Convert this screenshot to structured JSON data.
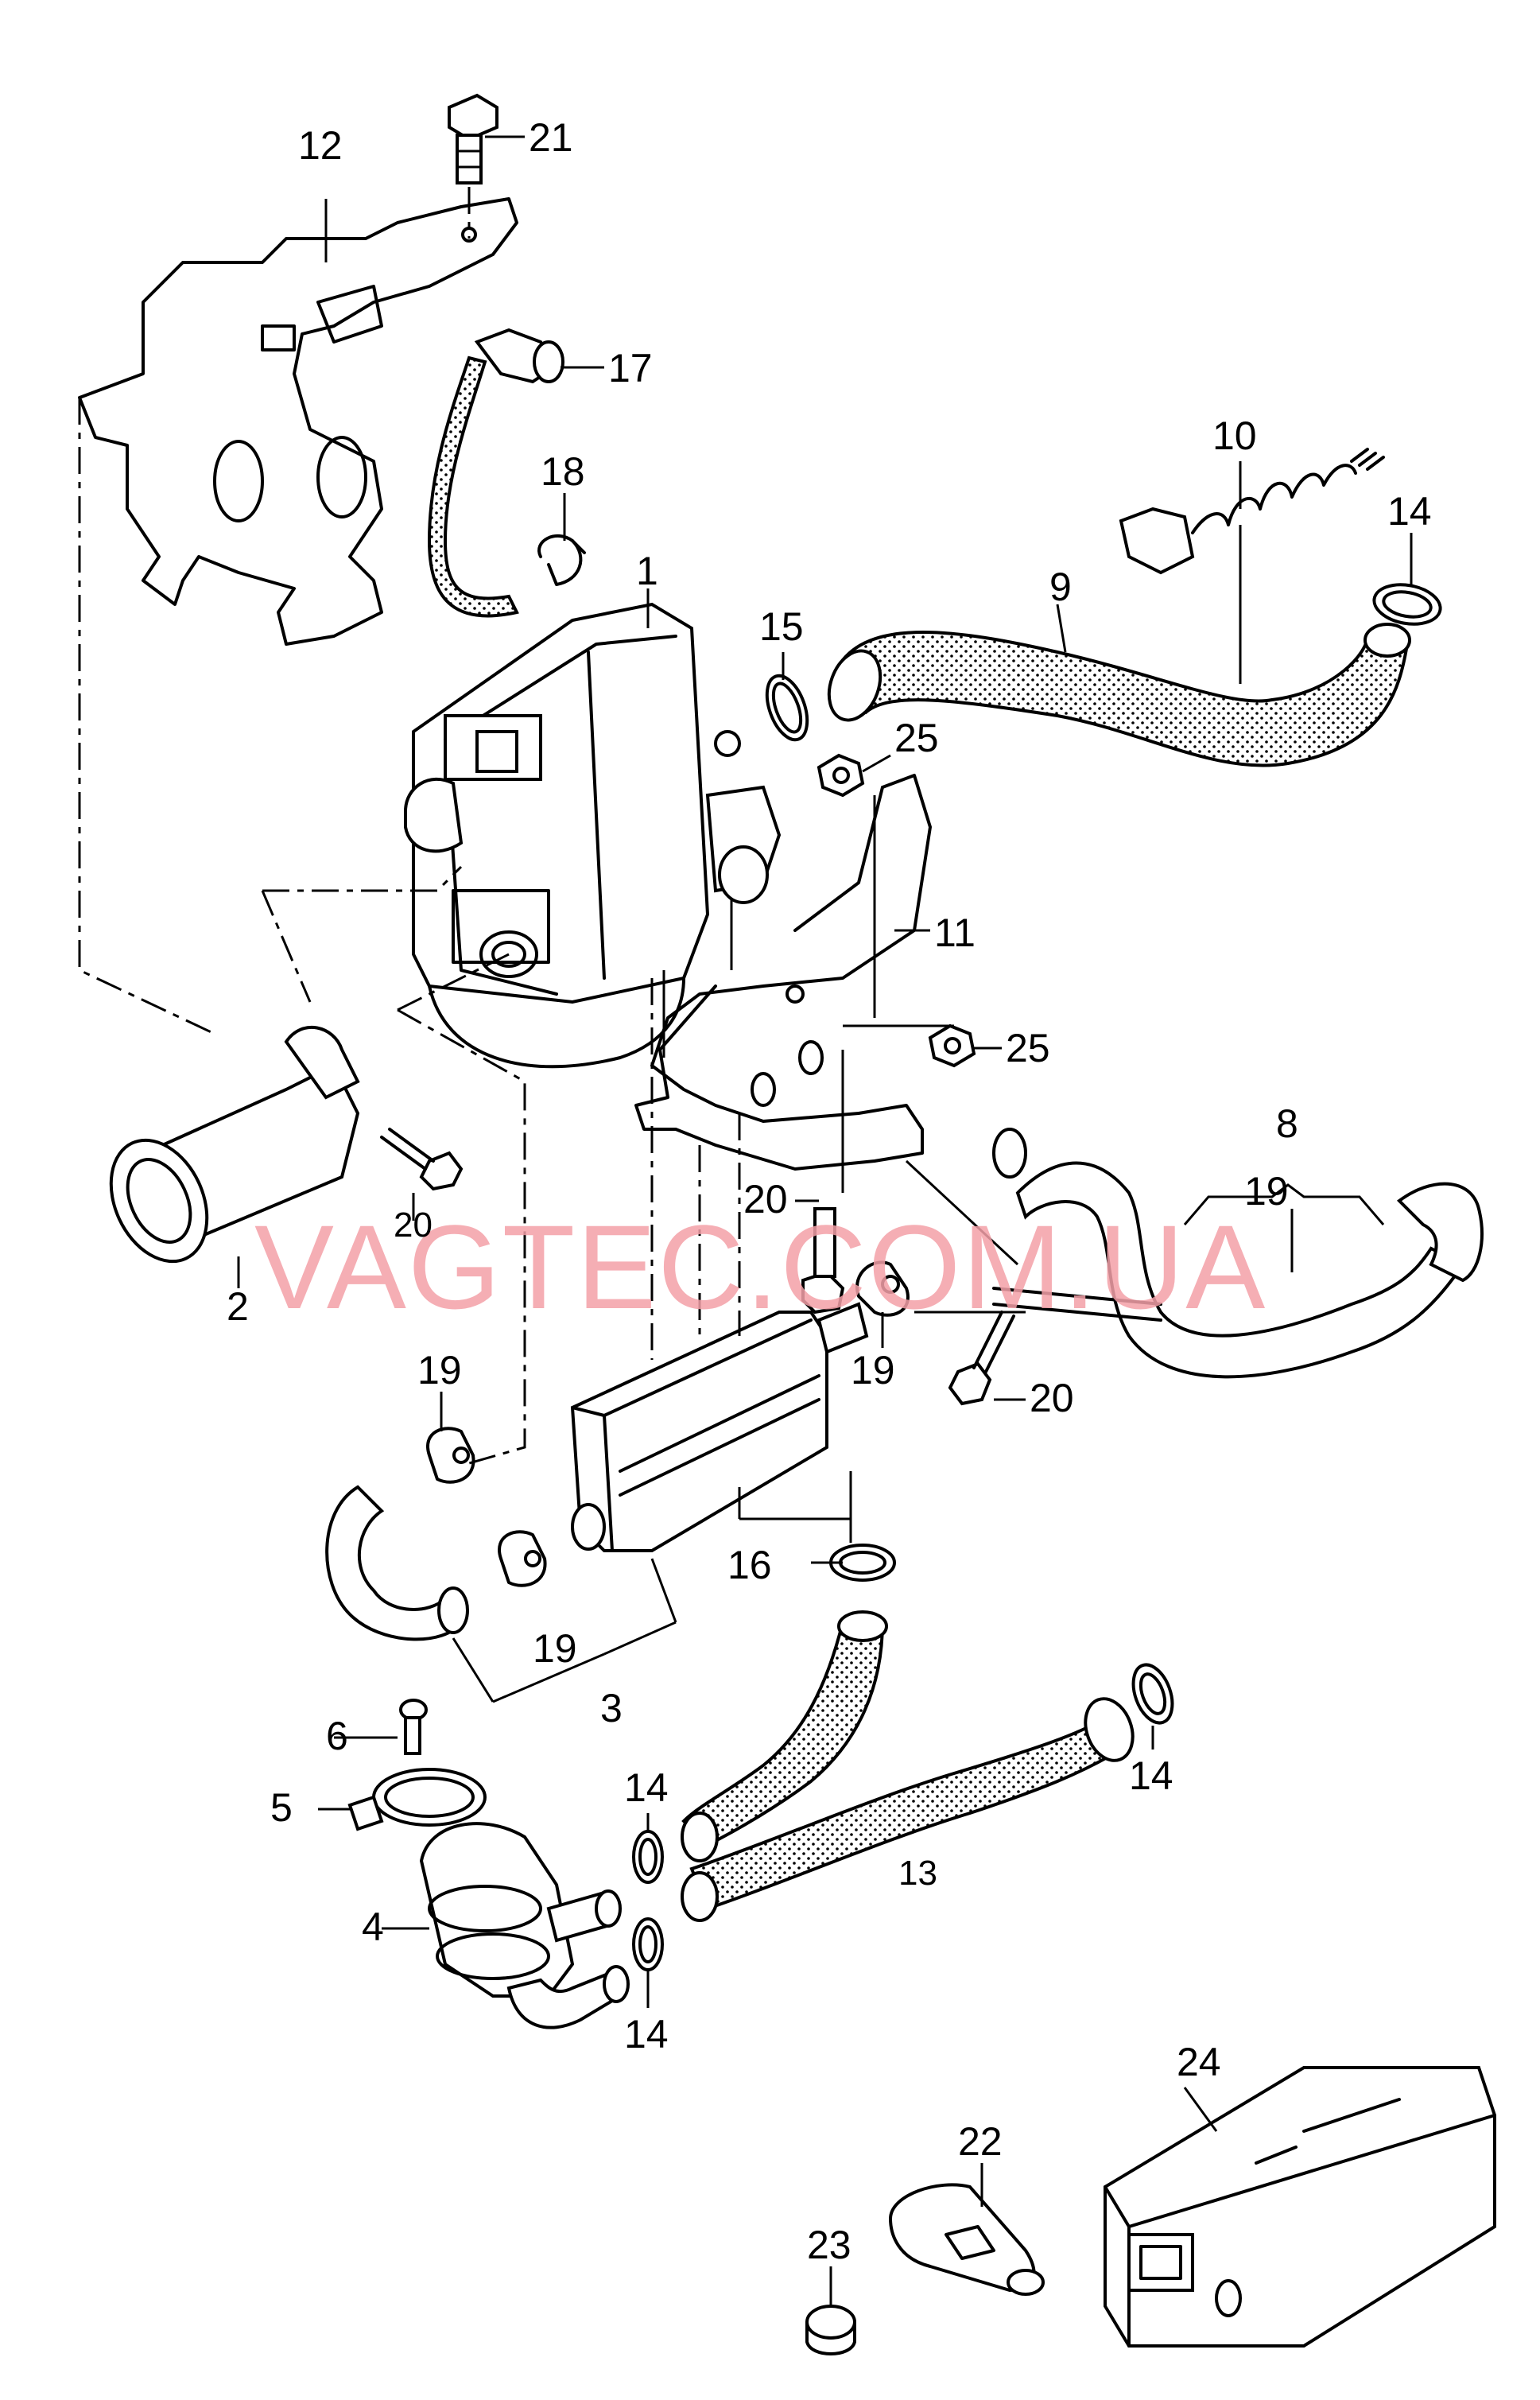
{
  "watermark": "VAGTEC.COM.UA",
  "watermark_color": "#f4a0a8",
  "callouts": {
    "c1": "1",
    "c2": "2",
    "c3": "3",
    "c4": "4",
    "c5": "5",
    "c6": "6",
    "c8": "8",
    "c9": "9",
    "c10": "10",
    "c11": "11",
    "c12": "12",
    "c13": "13",
    "c14a": "14",
    "c14b": "14",
    "c14c": "14",
    "c14d": "14",
    "c15": "15",
    "c16": "16",
    "c17": "17",
    "c18": "18",
    "c19a": "19",
    "c19b": "19",
    "c19c": "19",
    "c19d": "19",
    "c20a": "20",
    "c20b": "20",
    "c20c": "20",
    "c21": "21",
    "c22": "22",
    "c23": "23",
    "c24": "24",
    "c25a": "25",
    "c25b": "25"
  }
}
